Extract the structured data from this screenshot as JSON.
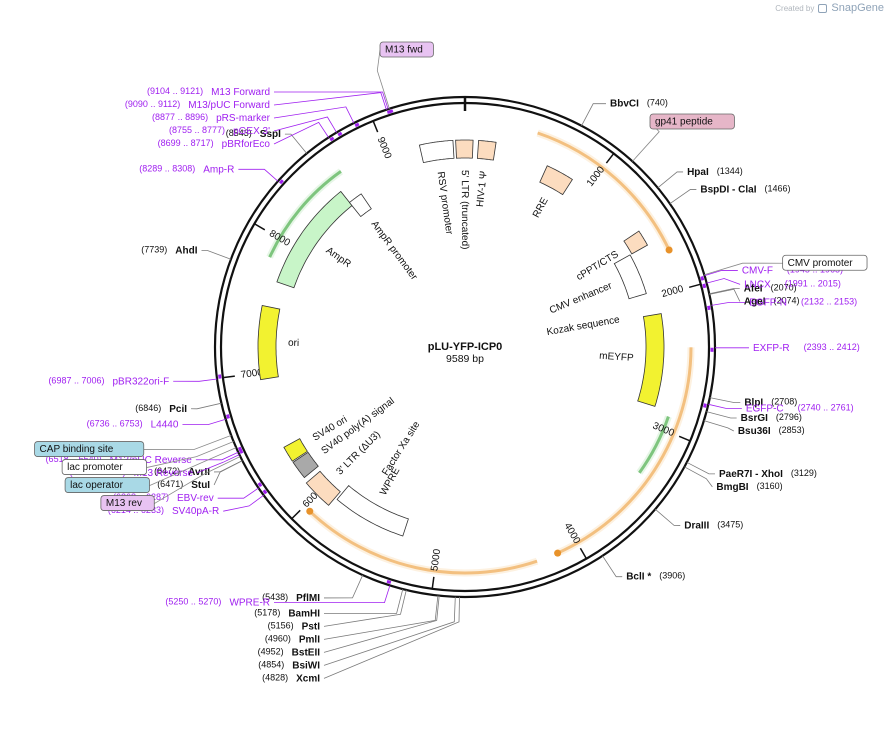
{
  "brand": {
    "prefix": "Created by",
    "name": "SnapGene"
  },
  "plasmid": {
    "name": "pLU-YFP-ICP0",
    "size": "9589 bp",
    "length": 9589
  },
  "colors": {
    "ring": "#111111",
    "enzyme_line": "#7a7a7a",
    "primer": "#a020f0",
    "primer_line": "#a020f0",
    "orange_feature": "#e8922a",
    "green_feature": "#2e9d2e",
    "cds_yellow": "#f2f230",
    "cds_green": "#c8f5c8",
    "ltr_fill": "#fcdcbf",
    "promoter_fill": "#ffffff"
  },
  "ticks": [
    {
      "pos": 1000,
      "label": "1000"
    },
    {
      "pos": 2000,
      "label": "2000"
    },
    {
      "pos": 3000,
      "label": "3000"
    },
    {
      "pos": 4000,
      "label": "4000"
    },
    {
      "pos": 5000,
      "label": "5000"
    },
    {
      "pos": 6000,
      "label": "6000"
    },
    {
      "pos": 7000,
      "label": "7000"
    },
    {
      "pos": 8000,
      "label": "8000"
    },
    {
      "pos": 9000,
      "label": "9000"
    }
  ],
  "enzymes": [
    {
      "name": "BbvCI",
      "pos": 740,
      "pos_text": "(740)"
    },
    {
      "name": "HpaI",
      "pos": 1344,
      "pos_text": "(1344)"
    },
    {
      "name": "BspDI - ClaI",
      "pos": 1466,
      "pos_text": "(1466)"
    },
    {
      "name": "AfeI",
      "pos": 2070,
      "pos_text": "(2070)"
    },
    {
      "name": "AgeI",
      "pos": 2074,
      "pos_text": "(2074)"
    },
    {
      "name": "BlpI",
      "pos": 2708,
      "pos_text": "(2708)"
    },
    {
      "name": "BsrGI",
      "pos": 2796,
      "pos_text": "(2796)"
    },
    {
      "name": "Bsu36I",
      "pos": 2853,
      "pos_text": "(2853)"
    },
    {
      "name": "PaeR7I - XhoI",
      "pos": 3129,
      "pos_text": "(3129)"
    },
    {
      "name": "BmgBI",
      "pos": 3160,
      "pos_text": "(3160)"
    },
    {
      "name": "DraIII",
      "pos": 3475,
      "pos_text": "(3475)"
    },
    {
      "name": "BclI *",
      "pos": 3906,
      "pos_text": "(3906)"
    },
    {
      "name": "XcmI",
      "pos": 4828,
      "pos_text": "(4828)"
    },
    {
      "name": "BsiWI",
      "pos": 4854,
      "pos_text": "(4854)"
    },
    {
      "name": "BstEII",
      "pos": 4952,
      "pos_text": "(4952)"
    },
    {
      "name": "PmlI",
      "pos": 4960,
      "pos_text": "(4960)"
    },
    {
      "name": "PstI",
      "pos": 5156,
      "pos_text": "(5156)"
    },
    {
      "name": "BamHI",
      "pos": 5178,
      "pos_text": "(5178)"
    },
    {
      "name": "PflMI",
      "pos": 5438,
      "pos_text": "(5438)"
    },
    {
      "name": "StuI",
      "pos": 6471,
      "pos_text": "(6471)"
    },
    {
      "name": "AvrII",
      "pos": 6472,
      "pos_text": "(6472)"
    },
    {
      "name": "PciI",
      "pos": 6846,
      "pos_text": "(6846)"
    },
    {
      "name": "AhdI",
      "pos": 7739,
      "pos_text": "(7739)"
    },
    {
      "name": "SspI",
      "pos": 8543,
      "pos_text": "(8543)"
    }
  ],
  "primers": [
    {
      "name": "CMV-F",
      "range": "(1945 .. 1965)",
      "pos": 1955
    },
    {
      "name": "LNCX",
      "range": "(1991 .. 2015)",
      "pos": 2003
    },
    {
      "name": "EGFP-N",
      "range": "(2132 .. 2153)",
      "pos": 2142
    },
    {
      "name": "EXFP-R",
      "range": "(2393 .. 2412)",
      "pos": 2402
    },
    {
      "name": "EGFP-C",
      "range": "(2740 .. 2761)",
      "pos": 2750
    },
    {
      "name": "WPRE-R",
      "range": "(5250 .. 5270)",
      "pos": 5260
    },
    {
      "name": "SV40pA-R",
      "range": "(6214 .. 6233)",
      "pos": 6223
    },
    {
      "name": "EBV-rev",
      "range": "(6268 .. 6287)",
      "pos": 6277
    },
    {
      "name": "M13 Reverse",
      "range": "(6505 .. 6521)",
      "pos": 6513
    },
    {
      "name": "M13/pUC Reverse",
      "range": "(6518 .. 6540)",
      "pos": 6529
    },
    {
      "name": "L4440",
      "range": "(6736 .. 6753)",
      "pos": 6744
    },
    {
      "name": "pBR322ori-F",
      "range": "(6987 .. 7006)",
      "pos": 6996
    },
    {
      "name": "Amp-R",
      "range": "(8289 .. 8308)",
      "pos": 8298
    },
    {
      "name": "pBRforEco",
      "range": "(8699 .. 8717)",
      "pos": 8708
    },
    {
      "name": "pGEX 3'",
      "range": "(8755 .. 8777)",
      "pos": 8766
    },
    {
      "name": "pRS-marker",
      "range": "(8877 .. 8896)",
      "pos": 8886
    },
    {
      "name": "M13/pUC Forward",
      "range": "(9090 .. 9112)",
      "pos": 9101
    },
    {
      "name": "M13 Forward",
      "range": "(9104 .. 9121)",
      "pos": 9112
    }
  ],
  "boxed_labels": [
    {
      "name": "M13 fwd",
      "style": "purple",
      "pos": 9120
    },
    {
      "name": "gp41 peptide",
      "style": "pink",
      "pos": 1120
    },
    {
      "name": "CMV promoter",
      "style": "white",
      "pos": 1950
    },
    {
      "name": "CAP binding site",
      "style": "blue",
      "pos": 6640
    },
    {
      "name": "lac promoter",
      "style": "white",
      "pos": 6600
    },
    {
      "name": "lac operator",
      "style": "blue",
      "pos": 6560
    },
    {
      "name": "M13 rev",
      "style": "purple",
      "pos": 6500
    }
  ],
  "features": [
    {
      "name": "RSV promoter",
      "start": 9250,
      "end": 9500,
      "type": "promoter"
    },
    {
      "name": "5' LTR (truncated)",
      "start": 9520,
      "end": 60,
      "type": "ltr"
    },
    {
      "name": "HIV-1 Ψ",
      "start": 100,
      "end": 230,
      "type": "ltr"
    },
    {
      "name": "RRE",
      "start": 650,
      "end": 870,
      "type": "ltr"
    },
    {
      "name": "cPPT/CTS",
      "start": 1500,
      "end": 1620,
      "type": "ltr"
    },
    {
      "name": "CMV enhancer",
      "start": 1620,
      "end": 1960,
      "type": "promoter"
    },
    {
      "name": "mEYFP",
      "start": 2140,
      "end": 2860,
      "type": "cds_yellow"
    },
    {
      "name": "WPRE",
      "start": 5280,
      "end": 5860,
      "type": "promoter"
    },
    {
      "name": "3' LTR (ΔU3)",
      "start": 5880,
      "end": 6110,
      "type": "ltr"
    },
    {
      "name": "SV40 poly(A) signal",
      "start": 6150,
      "end": 6290,
      "type": "gray"
    },
    {
      "name": "SV40 ori",
      "start": 6300,
      "end": 6420,
      "type": "cds_yellow"
    },
    {
      "name": "ori",
      "start": 6950,
      "end": 7500,
      "type": "cds_yellow"
    },
    {
      "name": "AmpR",
      "start": 7700,
      "end": 8560,
      "type": "cds_green"
    },
    {
      "name": "AmpR promoter",
      "start": 8560,
      "end": 8680,
      "type": "promoter"
    }
  ],
  "inner_labels": [
    {
      "name": "Kozak sequence",
      "pos": 2130
    },
    {
      "name": "Factor Xa site",
      "pos": 5650
    }
  ],
  "orange_arcs": [
    {
      "start": 500,
      "end": 1720
    },
    {
      "start": 2400,
      "end": 4150
    },
    {
      "start": 4300,
      "end": 5950
    }
  ],
  "green_arcs": [
    {
      "start": 2900,
      "end": 3350
    },
    {
      "start": 7850,
      "end": 8650
    }
  ]
}
